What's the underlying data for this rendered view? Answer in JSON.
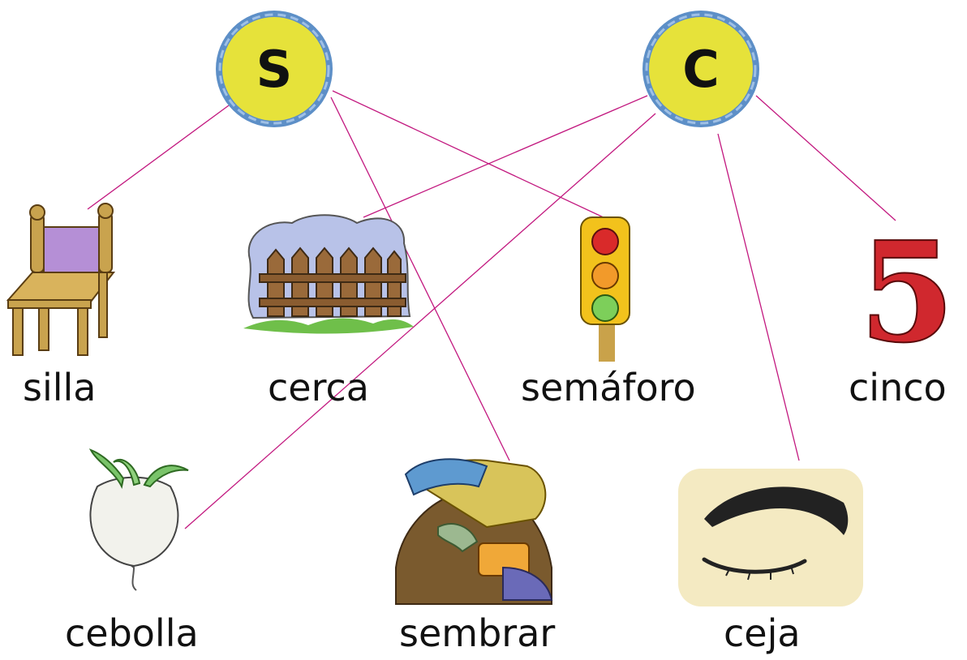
{
  "letters": [
    {
      "id": "s",
      "label": "S"
    },
    {
      "id": "c",
      "label": "C"
    }
  ],
  "words": [
    {
      "id": "silla",
      "label": "silla",
      "letter": "S"
    },
    {
      "id": "cerca",
      "label": "cerca",
      "letter": "C"
    },
    {
      "id": "semaforo",
      "label": "semáforo",
      "letter": "S"
    },
    {
      "id": "cinco",
      "label": "cinco",
      "letter": "C"
    },
    {
      "id": "cebolla",
      "label": "cebolla",
      "letter": "C"
    },
    {
      "id": "sembrar",
      "label": "sembrar",
      "letter": "S"
    },
    {
      "id": "ceja",
      "label": "ceja",
      "letter": "C"
    }
  ],
  "colors": {
    "circle_fill": "#e6e23a",
    "circle_ring": "#5d8fc7",
    "line": "#c2187f"
  }
}
